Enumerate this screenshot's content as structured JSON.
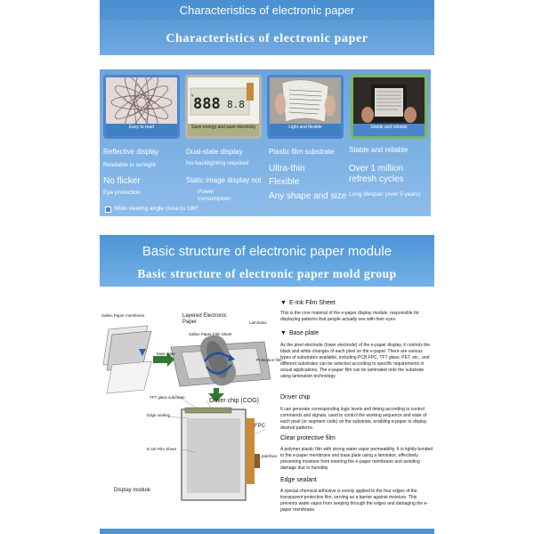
{
  "header": {
    "title": "Characteristics of electronic paper",
    "subtitle": "Characteristics of electronic paper"
  },
  "thumbnails": [
    {
      "caption": "Easy to read",
      "icon": "flower-pattern-image"
    },
    {
      "caption": "Save energy and save electricity",
      "icon": "segment-display-image"
    },
    {
      "caption": "Light and flexible",
      "icon": "flexible-sheet-image"
    },
    {
      "caption": "Stable and reliable",
      "icon": "ereader-image"
    }
  ],
  "features": {
    "col1": [
      "Reflective display",
      "Readable in sunlight",
      "No flicker",
      "Eye protection",
      "Wide viewing angle close to 180°"
    ],
    "col2": [
      "Dual-state display",
      "No backlighting required",
      "Static image display not",
      "Power",
      "consumption"
    ],
    "col3": [
      "Plastic film substrate",
      "Ultra-thin",
      "Flexible",
      "Any shape and size"
    ],
    "col4": [
      "Stable and reliable",
      "Over 1 million",
      "refresh cycles",
      "Long lifespan (over 5 years)"
    ]
  },
  "structure": {
    "title": "Basic structure of electronic paper module",
    "subtitle": "Basic structure of electronic paper mold group",
    "diagram_labels": {
      "sallen_paper_membrane": "Sallen Paper membrane",
      "base_plate": "base plate",
      "layered_paper": "Layered Electronic Paper",
      "sallen_paper_film_sheet": "Sallen Paper Film Sheet",
      "laminator": "Laminator",
      "protection_film": "Protection film",
      "tft_glass_substrate": "TFT glass substrate",
      "driver_chip": "Driver chip (COG)",
      "edge_sealing": "Edge sealing",
      "fpc": "FPC",
      "eink_film_sheet": "E-ink Film Sheet",
      "interface": "Interface",
      "display_module": "Display module"
    },
    "sections": [
      {
        "heading": "E-Ink Film Sheet",
        "marker": true,
        "text": "This is the core material of the e-paper display module, responsible for displaying patterns that people actually see with their eyes."
      },
      {
        "heading": "Base plate",
        "marker": true,
        "text": "As the pixel electrode (lower electrode) of the e-paper display, it controls the black and white changes of each pixel on the e-paper. There are various types of substrates available, including PCB FPC, TFT glass, PET, etc., and different substrates can be selected according to specific requirements in actual applications. The e-paper film can be laminated onto the substrate using lamination technology."
      },
      {
        "heading": "Driver chip",
        "marker": false,
        "text": "It can generate corresponding logic levels and timing according to control commands and signals, used to control the working sequence and state of each pixel (or segment code) on the substrate, enabling e-paper to display desired patterns."
      },
      {
        "heading": "Clear protective film",
        "marker": false,
        "text": "A polymer plastic film with strong water vapor permeability. It is tightly bonded to the e-paper membrane and base plate using a laminator, effectively preventing moisture from entering the e-paper membrane and avoiding damage due to humidity."
      },
      {
        "heading": "Edge sealant",
        "marker": false,
        "text": "A special chemical adhesive is evenly applied to the four edges of the transparent protective film, serving as a barrier against moisture. This prevents water vapor from seeping through the edges and damaging the e-paper membrane."
      }
    ]
  }
}
